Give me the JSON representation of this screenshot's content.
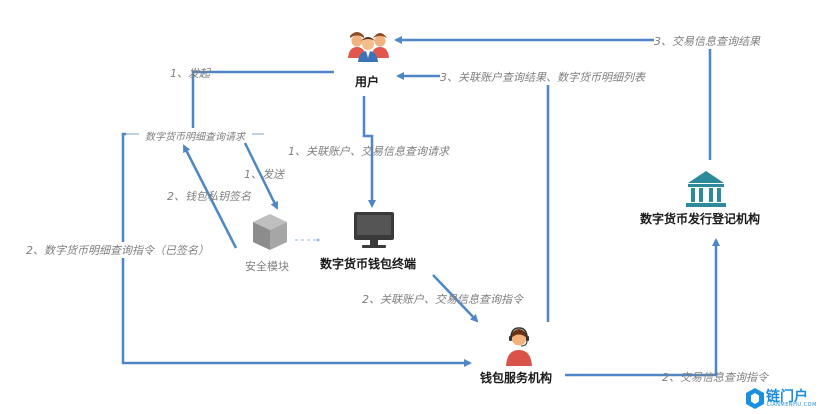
{
  "nodes": {
    "user": "用户",
    "wallet_terminal": "数字货币钱包终端",
    "wallet_service": "钱包服务机构",
    "registry": "数字货币发行登记机构",
    "security_module": "安全模块"
  },
  "edges": {
    "e1_initiate": "1、发起",
    "e1_request_box": "数字货币明细查询请求",
    "e1_send": "1、发送",
    "e2_sign": "2、钱包私钥签名",
    "e2_signed_cmd": "2、数字货币明细查询指令（已签名）",
    "e1_link_query": "1、关联账户、交易信息查询请求",
    "e2_link_cmd": "2、关联账户、交易信息查询指令",
    "e2_tx_cmd": "2、交易信息查询指令",
    "e3_tx_result": "3、交易信息查询结果",
    "e3_link_result": "3、关联账户查询结果、数字货币明细列表"
  },
  "watermark": {
    "text": "链门户",
    "sub": "LIANMENHU.COM"
  },
  "colors": {
    "arrow": "#4f86c6",
    "label": "#7f7f7f"
  },
  "icons": [
    "users-icon",
    "monitor-icon",
    "security-cube-icon",
    "service-agent-icon",
    "bank-icon",
    "logo-icon"
  ]
}
